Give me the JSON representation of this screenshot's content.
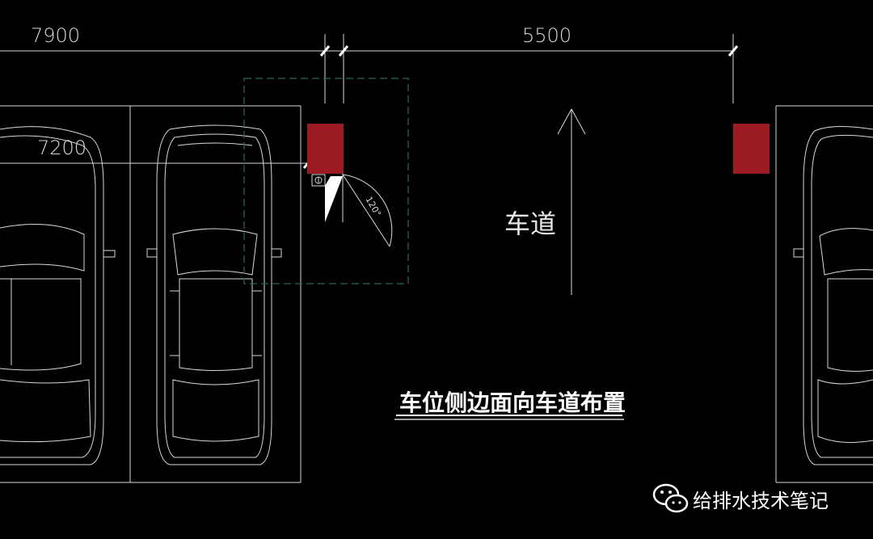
{
  "dimensions": {
    "top_left": "7900",
    "top_right": "5500",
    "inner": "7200"
  },
  "door_angle_label": "120°",
  "lane_label": "车道",
  "caption": "车位侧边面向车道布置",
  "watermark": "给排水技术笔记",
  "colors": {
    "hydrant_box": "#9b1c20",
    "line": "#d9d9d9",
    "dashed_frame": "#2e6a4a"
  }
}
